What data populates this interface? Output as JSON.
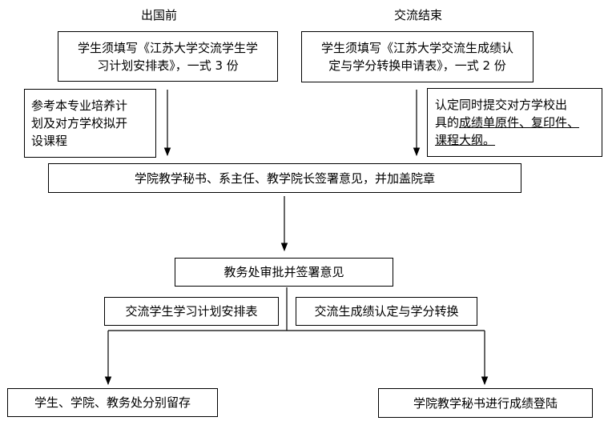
{
  "headers": {
    "before": "出国前",
    "end": "交流结束"
  },
  "boxes": {
    "plan_form": "学生须填写《江苏大学交流学生学\n习计划安排表》，一式 3 份",
    "credit_form": "学生须填写《江苏大学交流生成绩认\n定与学分转换申请表》，一式 2 份",
    "reference_note": "参考本专业培养计\n划及对方学校拟开\n设课程",
    "submit_note_plain": "认定同时提交对方学校出\n具的",
    "submit_note_underlined_1": "成绩单原件、复印件、",
    "submit_note_underlined_2": "课程大纲。",
    "college_sign": "学院教学秘书、系主任、教学院长签署意见，并加盖院章",
    "office_approve": "教务处审批并签署意见",
    "left_branch_label": "交流学生学习计划安排表",
    "right_branch_label": "交流生成绩认定与学分转换",
    "left_result": "学生、学院、教务处分别留存",
    "right_result": "学院教学秘书进行成绩登陆"
  }
}
